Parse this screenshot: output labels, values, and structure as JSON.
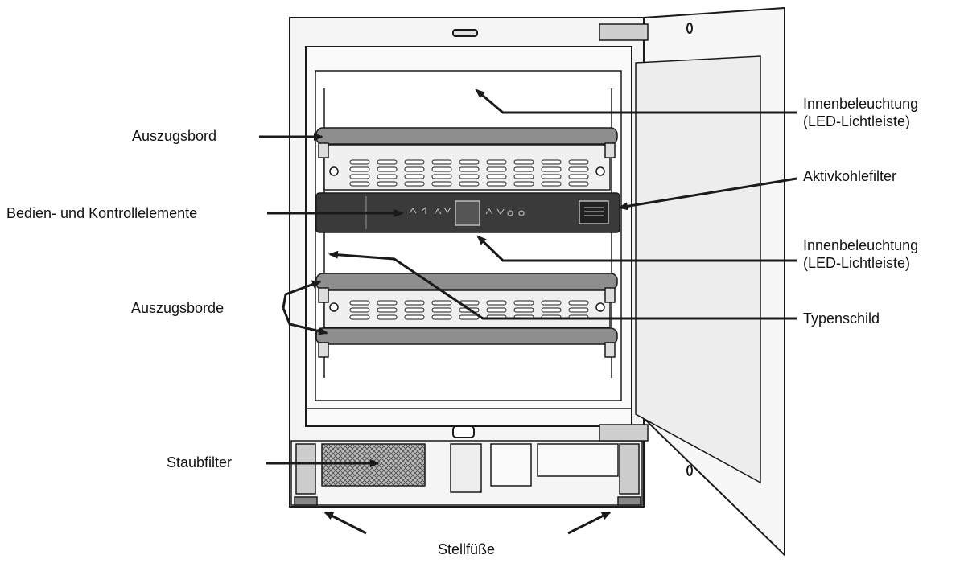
{
  "labels": {
    "auszugsbord": "Auszugsbord",
    "bedienelemente": "Bedien- und Kontrollelemente",
    "auszugsborde": "Auszugsborde",
    "staubfilter": "Staubfilter",
    "stellfuesse": "Stellfüße",
    "innen1_line1": "Innenbeleuchtung",
    "innen1_line2": "(LED-Lichtleiste)",
    "aktivkohlefilter": "Aktivkohlefilter",
    "innen2_line1": "Innenbeleuchtung",
    "innen2_line2": "(LED-Lichtleiste)",
    "typenschild": "Typenschild"
  },
  "colors": {
    "line": "#1a1a1a",
    "panel": "#3a3a3a",
    "shelf_top": "#8e8e8e",
    "door_glass": "#ededed",
    "mesh": "#9a9a9a"
  }
}
